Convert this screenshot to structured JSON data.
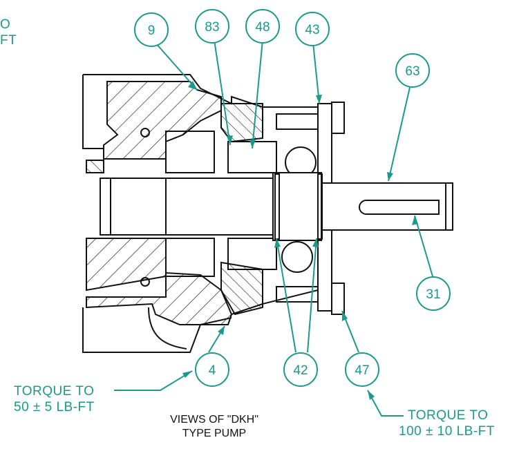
{
  "colors": {
    "leader": "#1a9a8c",
    "outline": "#111111"
  },
  "callouts": [
    {
      "id": "c9",
      "label": "9"
    },
    {
      "id": "c83",
      "label": "83"
    },
    {
      "id": "c48",
      "label": "48"
    },
    {
      "id": "c43",
      "label": "43"
    },
    {
      "id": "c63",
      "label": "63"
    },
    {
      "id": "c31",
      "label": "31"
    },
    {
      "id": "c4",
      "label": "4"
    },
    {
      "id": "c42",
      "label": "42"
    },
    {
      "id": "c47",
      "label": "47"
    }
  ],
  "notes": {
    "top_left_line1": "O",
    "top_left_line2": "FT",
    "left_line1": "TORQUE TO",
    "left_line2": "50 ± 5 LB-FT",
    "right_line1": "TORQUE TO",
    "right_line2": "100 ± 10 LB-FT"
  },
  "caption": {
    "line1": "VIEWS OF \"DKH\"",
    "line2": "TYPE PUMP"
  }
}
